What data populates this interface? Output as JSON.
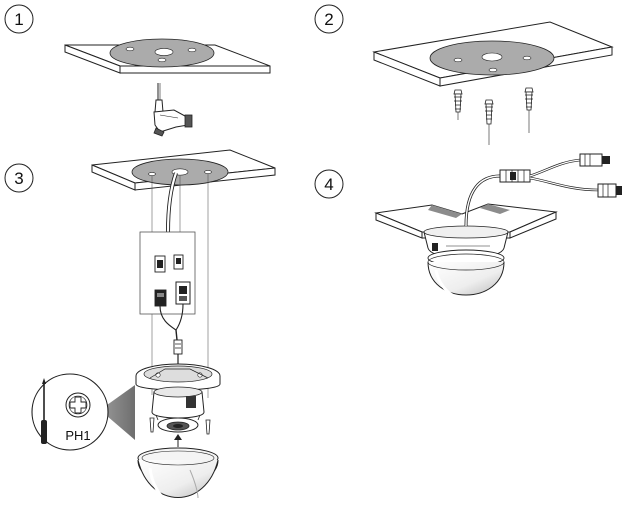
{
  "steps": [
    {
      "number": "1"
    },
    {
      "number": "2"
    },
    {
      "number": "3"
    },
    {
      "number": "4"
    }
  ],
  "tool": {
    "label": "PH1",
    "icon": "phillips-screwdriver-icon"
  },
  "colors": {
    "line": "#222222",
    "ceiling_plate": "#aaaaaa",
    "shadow": "#8c8c8c",
    "dome": "#f4f4f4"
  }
}
